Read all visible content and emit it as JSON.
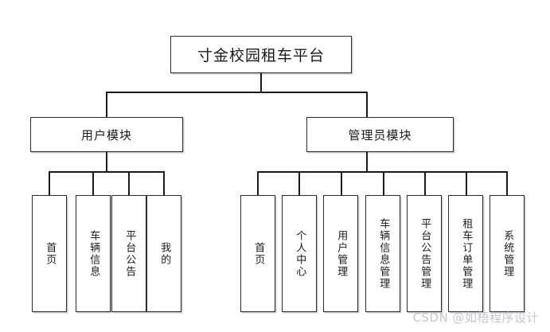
{
  "diagram": {
    "type": "tree",
    "title": "寸金校园租车平台",
    "root": {
      "label": "寸金校园租车平台"
    },
    "branches": [
      {
        "id": "user-module",
        "label": "用户模块",
        "children": [
          {
            "label": "首页"
          },
          {
            "label": "车辆信息"
          },
          {
            "label": "平台公告"
          },
          {
            "label": "我的"
          }
        ]
      },
      {
        "id": "admin-module",
        "label": "管理员模块",
        "children": [
          {
            "label": "首页"
          },
          {
            "label": "个人中心"
          },
          {
            "label": "用户管理"
          },
          {
            "label": "车辆信息管理"
          },
          {
            "label": "平台公告管理"
          },
          {
            "label": "租车订单管理"
          },
          {
            "label": "系统管理"
          }
        ]
      }
    ]
  },
  "watermark": {
    "text": "CSDN @如梧程序设计"
  },
  "colors": {
    "box_border": "#2b2b2b",
    "line": "#1a1a1a",
    "box_fill": "#ffffff",
    "watermark": "#c3c8d0"
  }
}
